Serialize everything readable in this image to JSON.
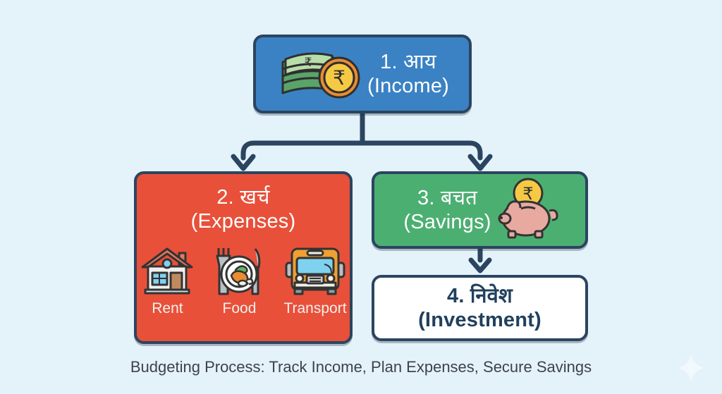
{
  "background_color": "#e4f2fa",
  "border_color": "#2b4560",
  "caption": "Budgeting Process: Track Income, Plan Expenses, Secure Savings",
  "nodes": {
    "income": {
      "label": "1. आय\n(Income)",
      "color": "#3a82c4",
      "text_color": "#ffffff",
      "icon": "money-stack-rupee-icon"
    },
    "expenses": {
      "label": "2. खर्च\n(Expenses)",
      "color": "#e8503a",
      "text_color": "#ffffff",
      "items": [
        {
          "caption": "Rent",
          "icon": "house-icon"
        },
        {
          "caption": "Food",
          "icon": "plate-cutlery-icon"
        },
        {
          "caption": "Transport",
          "icon": "bus-icon"
        }
      ]
    },
    "savings": {
      "label": "3. बचत\n(Savings)",
      "color": "#4caf72",
      "text_color": "#ffffff",
      "icon": "piggy-bank-rupee-icon"
    },
    "investment": {
      "label": "4. निवेश\n(Investment)",
      "color": "#ffffff",
      "text_color": "#21405e"
    }
  },
  "connectors": [
    {
      "name": "income-to-expenses",
      "from": "income",
      "to": "expenses",
      "style": "elbow-arrow"
    },
    {
      "name": "income-to-savings",
      "from": "income",
      "to": "savings",
      "style": "elbow-arrow"
    },
    {
      "name": "savings-to-investment",
      "from": "savings",
      "to": "investment",
      "style": "straight-arrow"
    }
  ],
  "decoration": {
    "sparkle": "four-point-star-icon"
  }
}
